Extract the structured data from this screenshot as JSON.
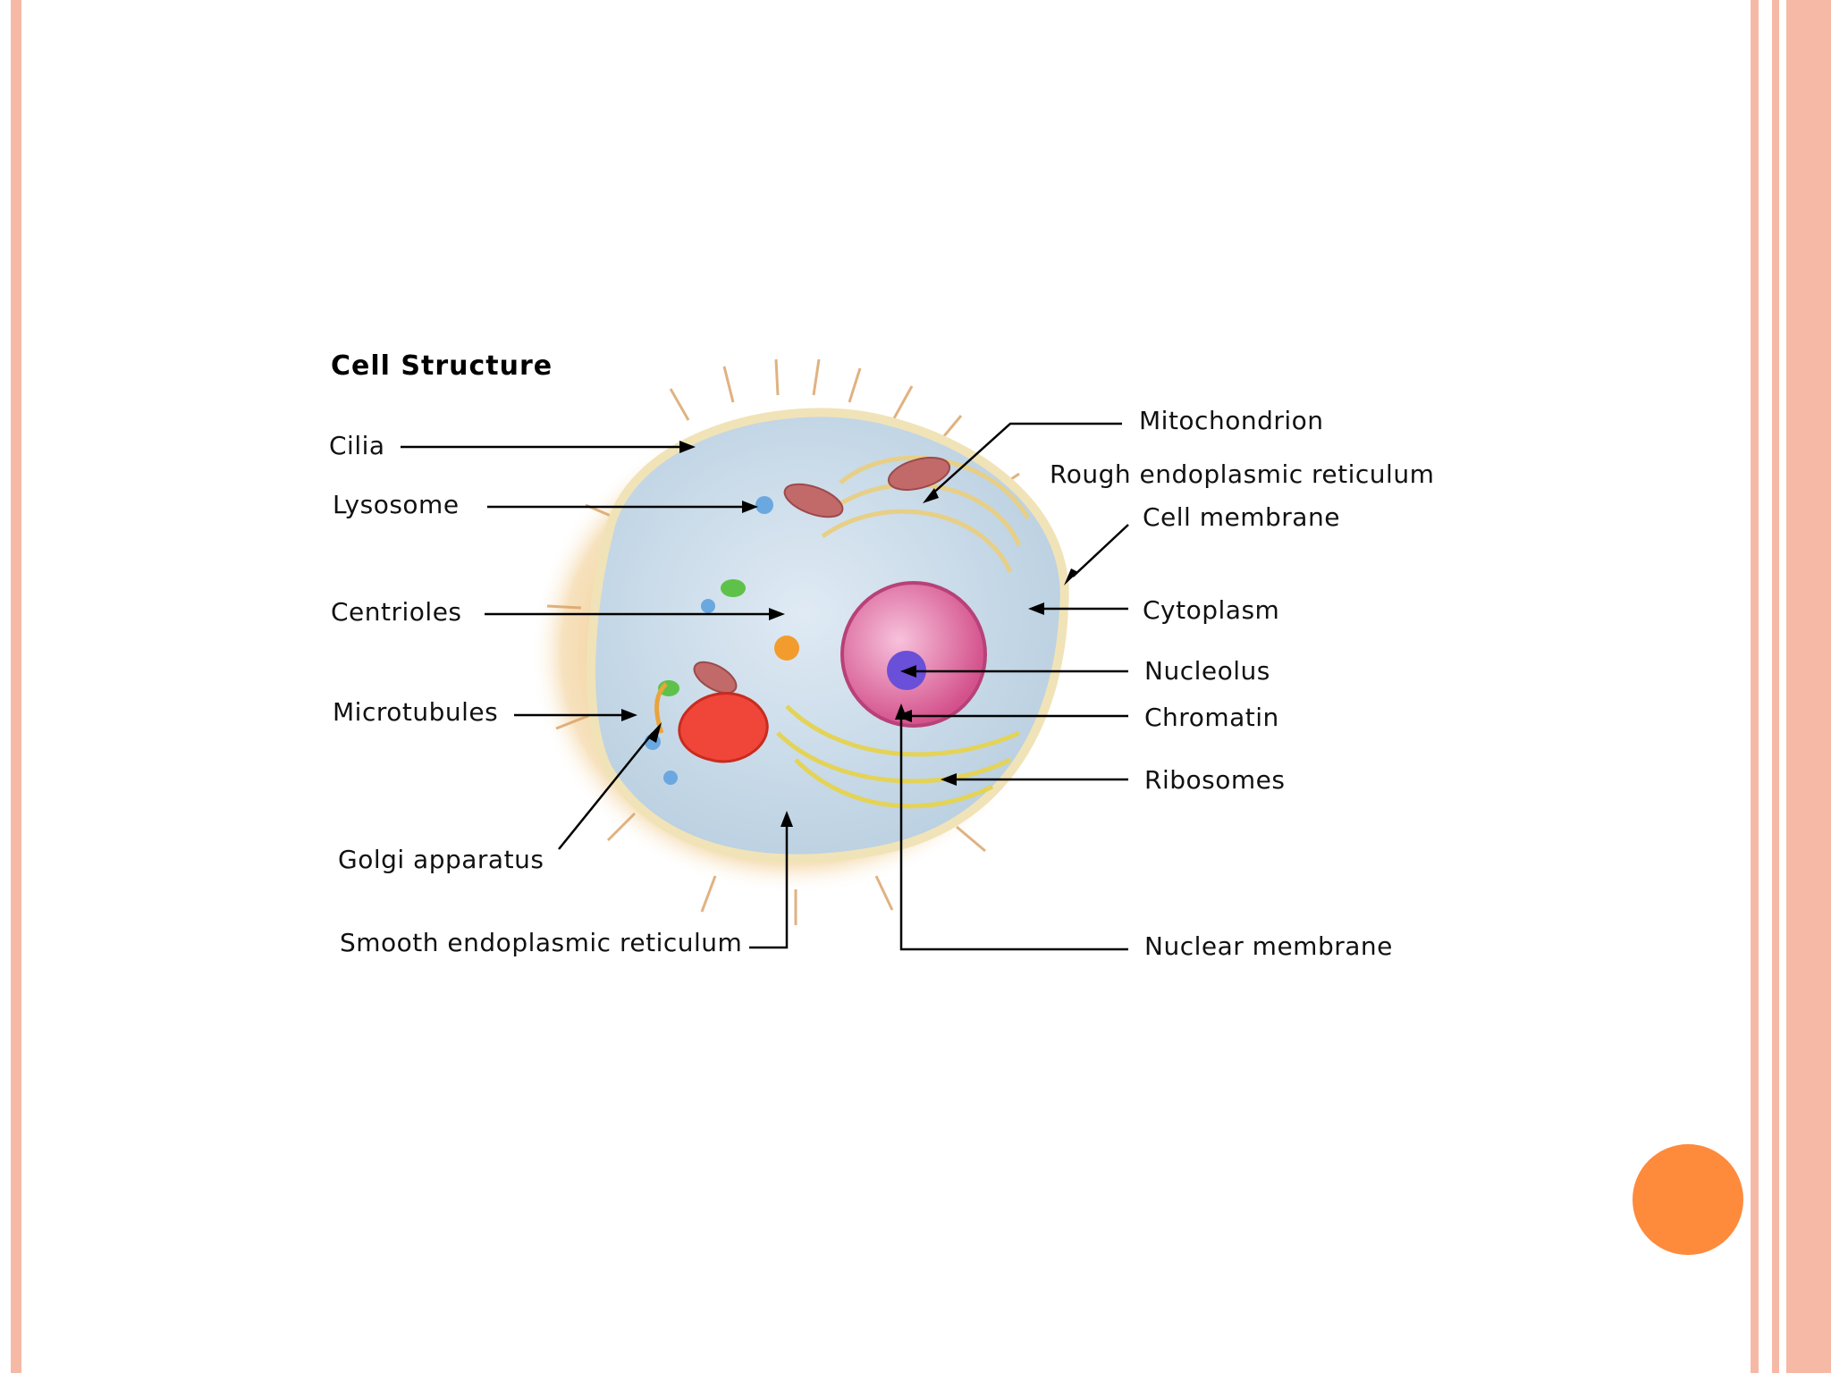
{
  "theme": {
    "frame_color": "#f6b9a5",
    "accent_dot_color": "#fe8a3c"
  },
  "diagram": {
    "title": "Cell Structure",
    "labels": {
      "cilia": "Cilia",
      "lysosome": "Lysosome",
      "centrioles": "Centrioles",
      "microtubules": "Microtubules",
      "golgi": "Golgi apparatus",
      "smooth_er": "Smooth endoplasmic reticulum",
      "mitochondrion": "Mitochondrion",
      "rough_er": "Rough endoplasmic reticulum",
      "cell_membrane": "Cell membrane",
      "cytoplasm": "Cytoplasm",
      "nucleolus": "Nucleolus",
      "chromatin": "Chromatin",
      "ribosomes": "Ribosomes",
      "nuclear_membrane": "Nuclear membrane"
    }
  }
}
